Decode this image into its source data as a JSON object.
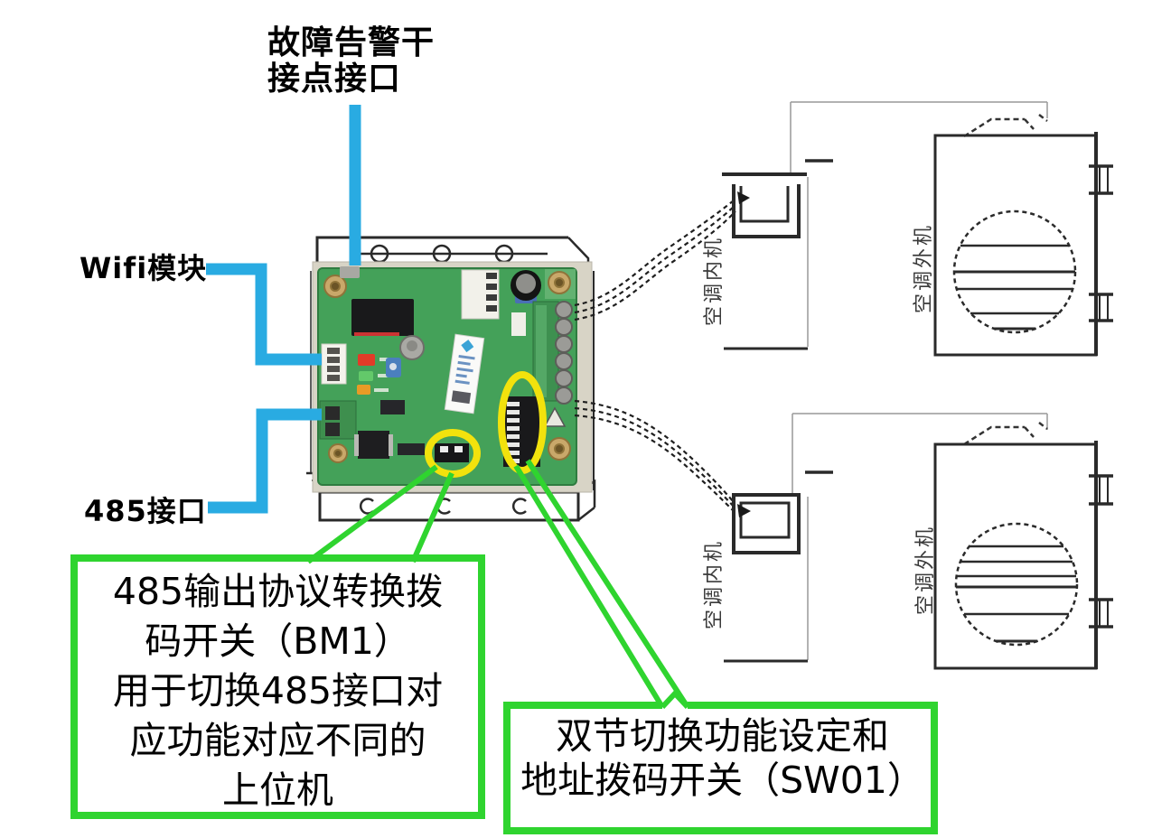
{
  "colors": {
    "leader_blue": "#29ABE2",
    "leader_green": "#2FD42F",
    "highlight_yellow": "#F2E20D",
    "pcb_green": "#44A159"
  },
  "annotations": {
    "fault_alarm": {
      "line1": "故障告警干",
      "line2": "接点接口"
    },
    "wifi_label": "Wifi模块",
    "rs485_label": "485接口",
    "bm1_box": {
      "lines": [
        "485输出协议转换拨",
        "码开关（BM1）",
        "用于切换485接口对",
        "应功能对应不同的",
        "上位机"
      ]
    },
    "sw01_box": {
      "lines": [
        "双节切换功能设定和",
        "地址拨码开关（SW01）"
      ]
    }
  },
  "units": {
    "indoor_top": "空调内机",
    "outdoor_top": "空调外机",
    "indoor_bottom": "空调内机",
    "outdoor_bottom": "空调外机"
  }
}
